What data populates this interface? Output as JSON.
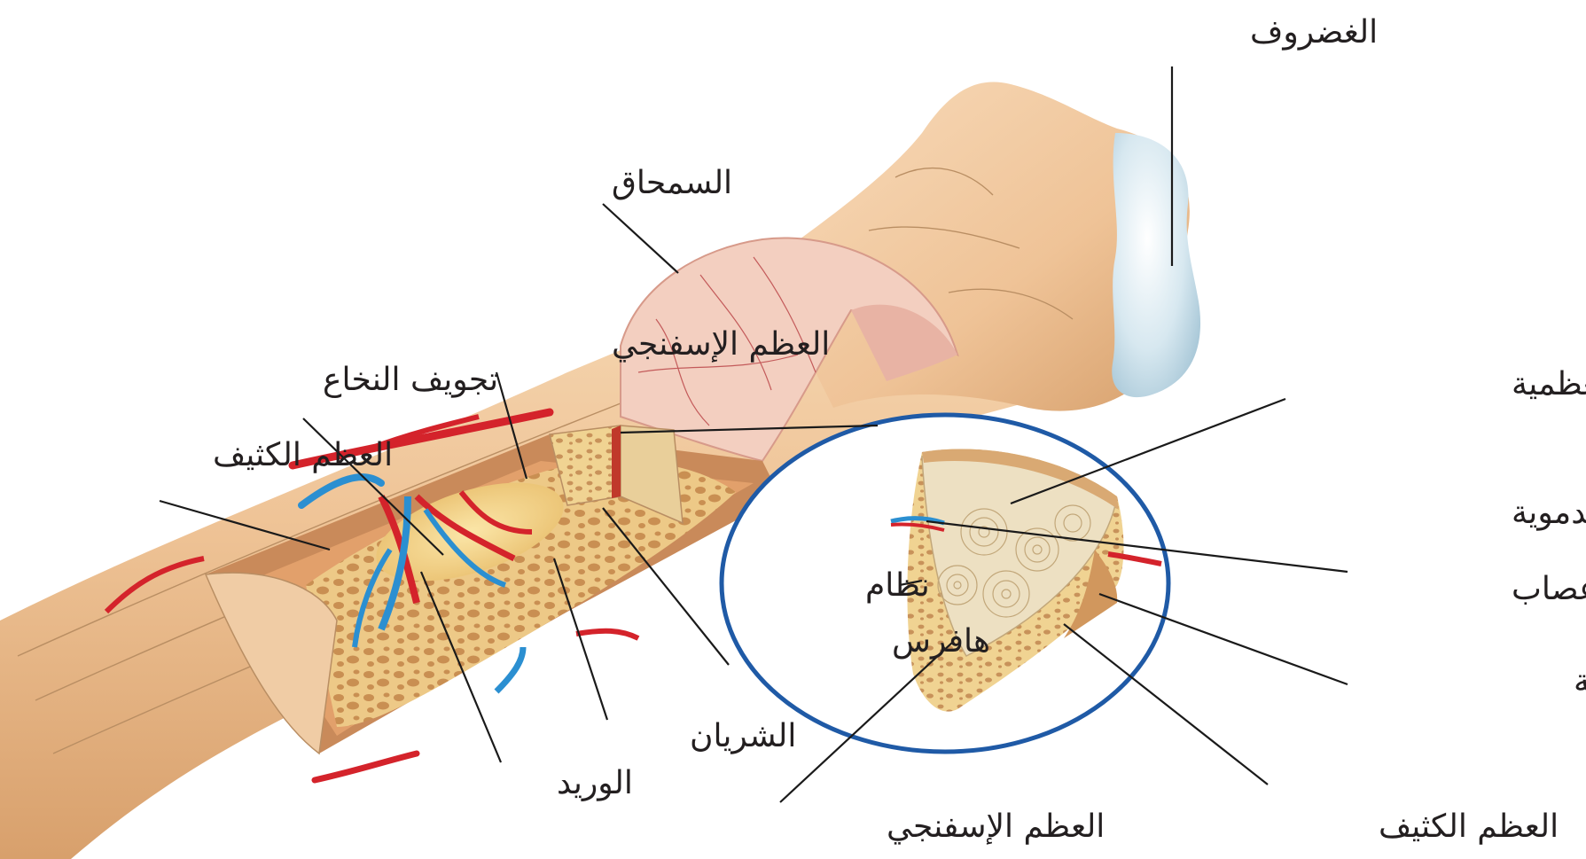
{
  "labels": {
    "cartilage": "الغضروف",
    "periosteum": "السمحاق",
    "spongy_bone_top": "العظم الإسفنجي",
    "marrow_cavity": "تجويف النخاع",
    "compact_bone_left": "العظم الكثيف",
    "osteocytes": "الخلايا العظمية",
    "vessels_nerves_line1": "الأوعية الدموية",
    "vessels_nerves_line2": "والأعصاب",
    "haversian_line1": "نظام",
    "haversian_line2": "هافرس",
    "blood_vessels": "الأوعية الدموية",
    "artery": "الشريان",
    "vein": "الوريد",
    "spongy_bone_bottom": "العظم الإسفنجي",
    "compact_bone_bottom": "العظم الكثيف"
  },
  "colors": {
    "bone": "#f1c99d",
    "bone_shadow": "#d9a473",
    "cartilage": "#cfe3ec",
    "artery": "#d4232b",
    "vein": "#2b8fd1",
    "spongy": "#e8c27a",
    "circle_outline": "#1f5aa6"
  }
}
